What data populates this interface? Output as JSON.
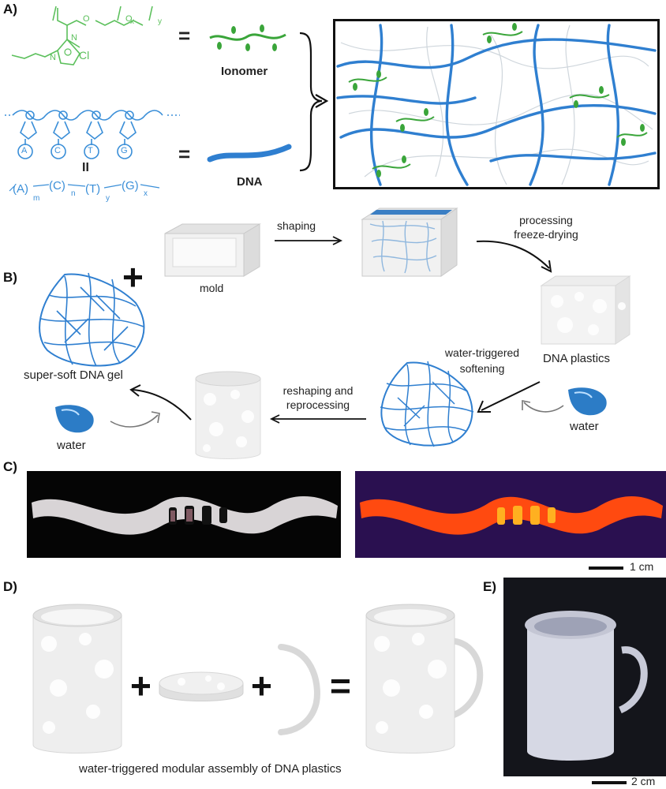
{
  "panels": {
    "a": "A)",
    "b": "B)",
    "c": "C)",
    "d": "D)",
    "e": "E)"
  },
  "panel_a": {
    "ionomer_label": "Ionomer",
    "dna_label": "DNA",
    "equals": "=",
    "chem_cl": "Cl",
    "bases": [
      "A",
      "C",
      "T",
      "G"
    ],
    "subscript_x": "x",
    "subscript_y": "y",
    "subscript_m": "m",
    "subscript_n": "n",
    "formula_parallel": "II"
  },
  "panel_b": {
    "shaping": "shaping",
    "processing": "processing",
    "freeze_drying": "freeze-drying",
    "mold": "mold",
    "plus": "+",
    "dna_gel": "super-soft DNA gel",
    "dna_plastics": "DNA plastics",
    "water_triggered": "water-triggered",
    "softening": "softening",
    "reshaping": "reshaping and",
    "reprocessing": "reprocessing",
    "water_left": "water",
    "water_right": "water"
  },
  "panel_c": {
    "scale": "1 cm"
  },
  "panel_d": {
    "plus1": "+",
    "plus2": "+",
    "equals": "=",
    "caption": "water-triggered modular assembly of DNA plastics"
  },
  "panel_e": {
    "scale": "2 cm"
  },
  "colors": {
    "dna_blue": "#2f7fd0",
    "ionomer_green": "#3aa53a",
    "chem_green": "#5cc05c",
    "chem_blue": "#3b8fd8",
    "fluorescent_orange": "#ff4a10",
    "photo_purple": "#2a1050"
  }
}
